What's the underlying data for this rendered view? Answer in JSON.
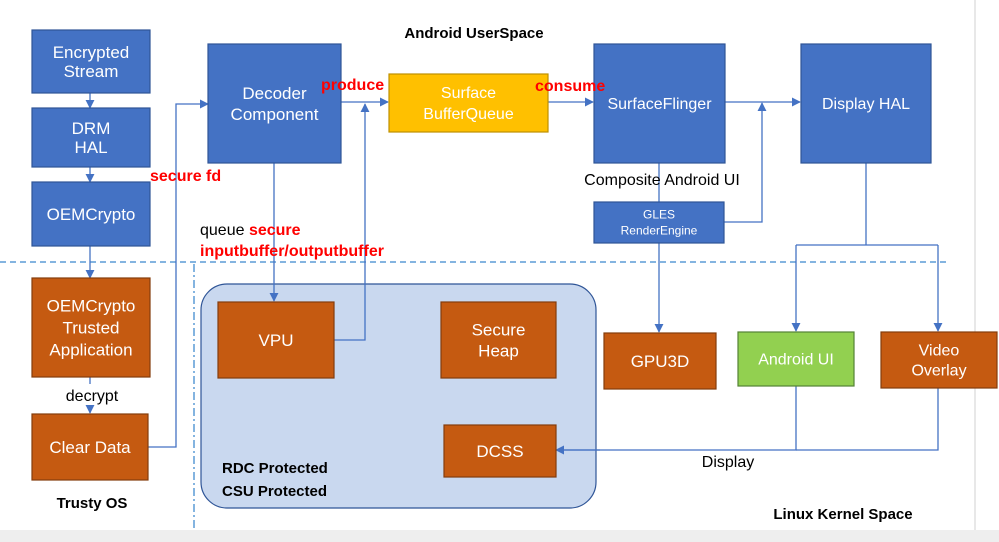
{
  "headers": {
    "android_userspace": "Android UserSpace",
    "linux_kernel_space": "Linux Kernel Space",
    "trusty_os": "Trusty OS",
    "rdc_protected": "RDC Protected",
    "csu_protected": "CSU Protected"
  },
  "boxes": {
    "encrypted_stream": [
      "Encrypted",
      "Stream"
    ],
    "drm_hal": [
      "DRM",
      "HAL"
    ],
    "oemcrypto": [
      "OEMCrypto"
    ],
    "oemcrypto_ta": [
      "OEMCrypto",
      "Trusted",
      "Application"
    ],
    "clear_data": [
      "Clear Data"
    ],
    "decoder_component": [
      "Decoder",
      "Component"
    ],
    "surface_bufferqueue": [
      "Surface",
      "BufferQueue"
    ],
    "surfaceflinger": [
      "SurfaceFlinger"
    ],
    "display_hal": [
      "Display HAL"
    ],
    "gles_renderengine": [
      "GLES",
      "RenderEngine"
    ],
    "vpu": [
      "VPU"
    ],
    "secure_heap": [
      "Secure",
      "Heap"
    ],
    "dcss": [
      "DCSS"
    ],
    "gpu3d": [
      "GPU3D"
    ],
    "android_ui": [
      "Android UI"
    ],
    "video_overlay": [
      "Video",
      "Overlay"
    ]
  },
  "labels": {
    "decrypt": "decrypt",
    "secure_fd": "secure fd",
    "produce": "produce",
    "consume": "consume",
    "composite_android_ui": "Composite Android UI",
    "queue_prefix": "queue ",
    "queue_secure": "secure",
    "queue_buffers": "inputbuffer/outputbuffer",
    "display": "Display"
  },
  "colors": {
    "blue_box": "#4472C4",
    "blue_border": "#2F5597",
    "orange_box": "#C55A11",
    "orange_border": "#843C0C",
    "yellow_box": "#FFC000",
    "green_box": "#92D050",
    "protected_region": "#C9D8EF",
    "arrow": "#4472C4",
    "red_label": "#FF0000",
    "separator": "#5B9BD5"
  }
}
